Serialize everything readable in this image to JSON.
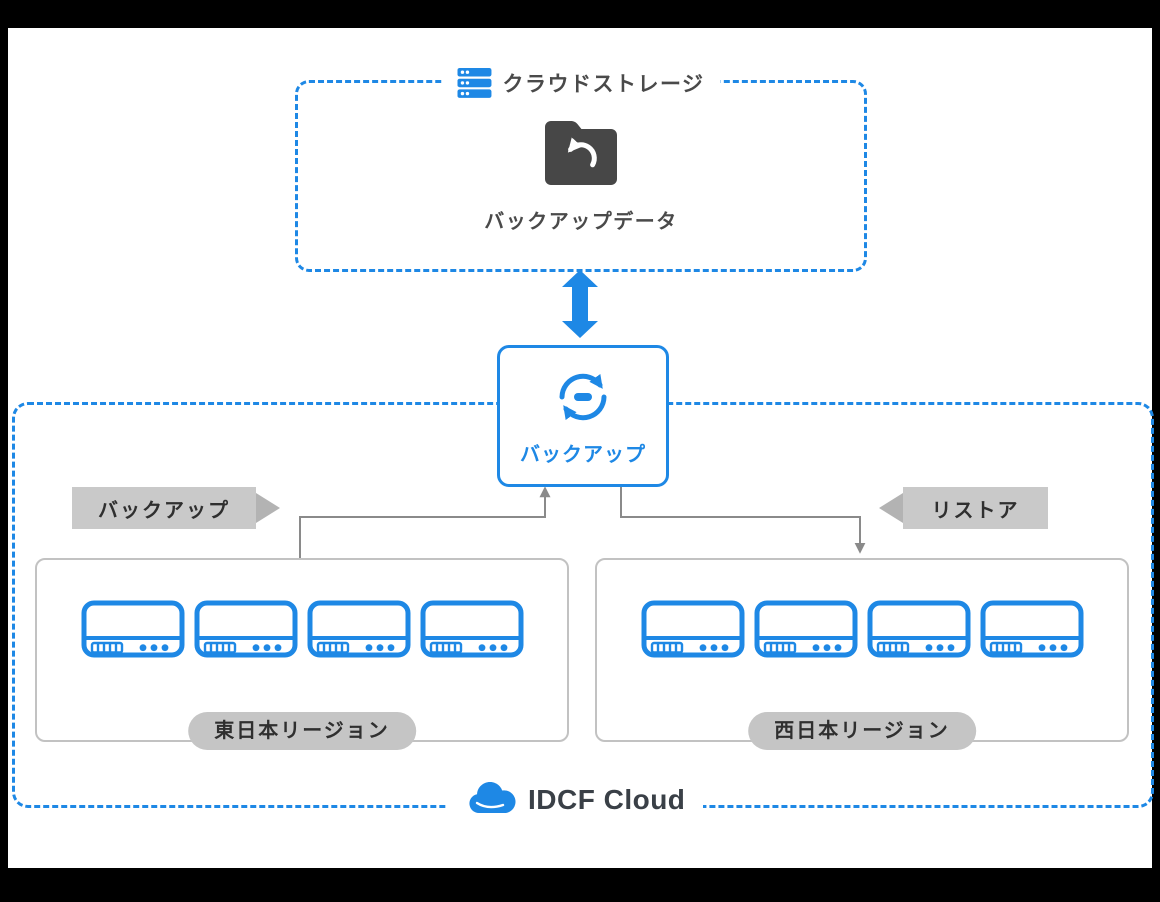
{
  "colors": {
    "accent_blue": "#1e88e5",
    "dark_text": "#4a4a4a",
    "label_gray": "#c9c9c9",
    "connector_gray": "#8a8a8a"
  },
  "cloud_storage": {
    "title": "クラウドストレージ",
    "title_icon": "server-stack-icon",
    "folder_icon": "backup-folder-icon",
    "data_label": "バックアップデータ"
  },
  "backup_service": {
    "icon": "sync-icon",
    "label": "バックアップ"
  },
  "flows": {
    "backup_label": "バックアップ",
    "restore_label": "リストア"
  },
  "regions": [
    {
      "name": "東日本リージョン",
      "server_count": 4
    },
    {
      "name": "西日本リージョン",
      "server_count": 4
    }
  ],
  "cloud_boundary": {
    "brand": "IDCF Cloud",
    "icon": "cloud-icon"
  }
}
